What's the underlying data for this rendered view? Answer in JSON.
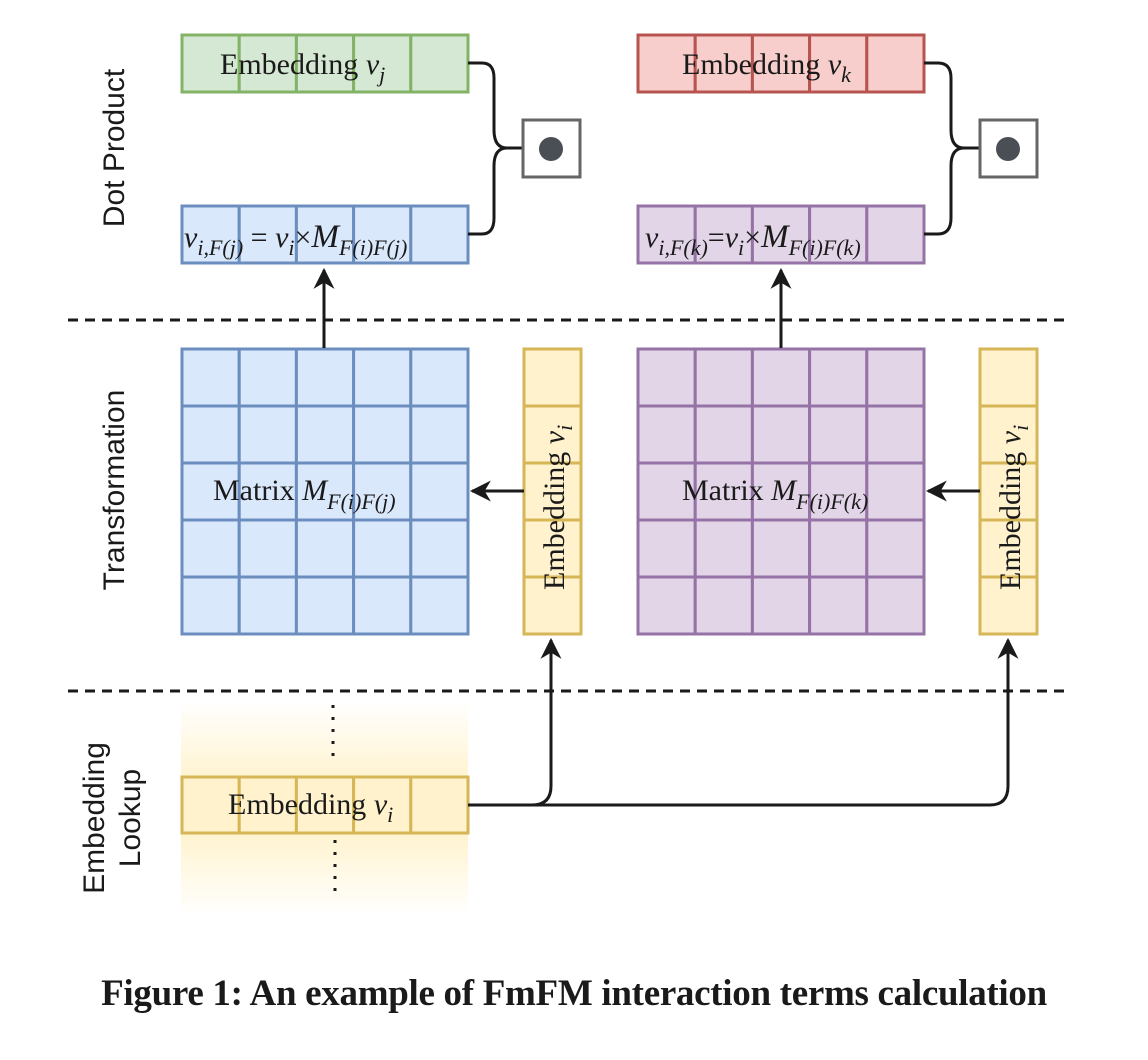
{
  "figure": {
    "caption": "Figure 1: An example of FmFM interaction terms calculation",
    "layers": [
      {
        "id": "dot_product",
        "label": "Dot Product"
      },
      {
        "id": "transformation",
        "label": "Transformation"
      },
      {
        "id": "embedding_lookup",
        "label_lines": [
          "Embedding",
          "Lookup"
        ]
      }
    ],
    "colors": {
      "green_fill": "#d5e8d4",
      "green_stroke": "#82b366",
      "red_fill": "#f8cecc",
      "red_stroke": "#b85450",
      "blue_fill": "#dae8fc",
      "blue_stroke": "#6c8ebf",
      "purple_fill": "#e1d5e7",
      "purple_stroke": "#9673a6",
      "yellow_fill": "#fff2cc",
      "yellow_stroke": "#d6b656",
      "dot_fill": "#4a4e55",
      "dot_box": "#666666",
      "line": "#1a1a1a"
    },
    "left_branch": {
      "embedding_top": {
        "prefix": "Embedding ",
        "var": "v",
        "sub": "j",
        "cells": 5
      },
      "transformed": {
        "lhs_var": "v",
        "lhs_sub": "i,F(j)",
        "op": " = ",
        "rhs_var": "v",
        "rhs_sub": "i",
        "times": "×",
        "mat": "M",
        "mat_sub": "F(i)F(j)",
        "cells": 5
      },
      "matrix": {
        "prefix": "Matrix ",
        "var": "M",
        "sub": "F(i)F(j)",
        "rows": 5,
        "cols": 5
      },
      "side_embedding": {
        "prefix": "Embedding ",
        "var": "v",
        "sub": "i",
        "cells": 5
      },
      "operator": "dot-product"
    },
    "right_branch": {
      "embedding_top": {
        "prefix": "Embedding ",
        "var": "v",
        "sub": "k",
        "cells": 5
      },
      "transformed": {
        "lhs_var": "v",
        "lhs_sub": "i,F(k)",
        "op": "=",
        "rhs_var": "v",
        "rhs_sub": "i",
        "times": "×",
        "mat": "M",
        "mat_sub": "F(i)F(k)",
        "cells": 5
      },
      "matrix": {
        "prefix": "Matrix ",
        "var": "M",
        "sub": "F(i)F(k)",
        "rows": 5,
        "cols": 5
      },
      "side_embedding": {
        "prefix": "Embedding ",
        "var": "v",
        "sub": "i",
        "cells": 5
      },
      "operator": "dot-product"
    },
    "lookup_embedding": {
      "prefix": "Embedding ",
      "var": "v",
      "sub": "i",
      "cells": 5,
      "ellipsis": "⋮"
    }
  }
}
